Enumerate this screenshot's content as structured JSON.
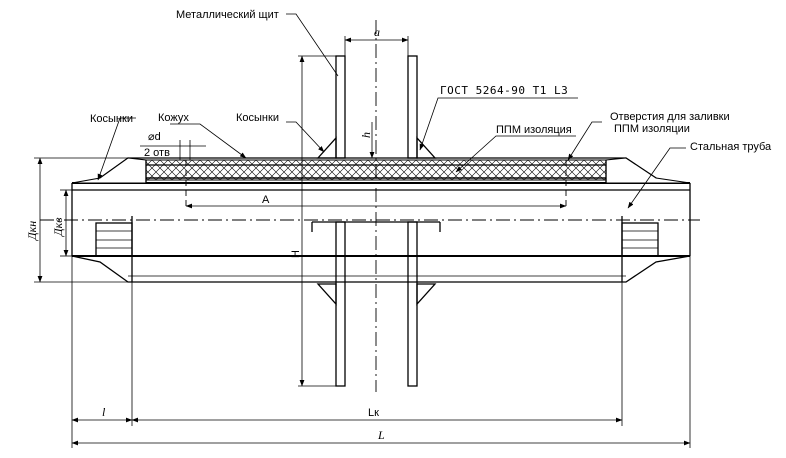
{
  "labels": {
    "metal_shield": "Металлический щит",
    "dim_a": "a",
    "gost": "ГОСТ 5264-90  Т1 L3",
    "gussets_left": "Косынки",
    "casing": "Кожух",
    "gussets_center": "Косынки",
    "ppm_insulation": "ППМ изоляция",
    "fill_holes_line1": "Отверстия для заливки",
    "fill_holes_line2": "ППМ изоляции",
    "steel_pipe": "Стальная труба",
    "hole_diameter": "⌀d",
    "holes_count": "2 отв",
    "dim_A": "A",
    "dim_h": "h",
    "dim_H": "H",
    "dim_Dkn": "Дкн",
    "dim_Dkv": "Дкв",
    "dim_l": "l",
    "dim_Lk": "Lк",
    "dim_L": "L"
  }
}
